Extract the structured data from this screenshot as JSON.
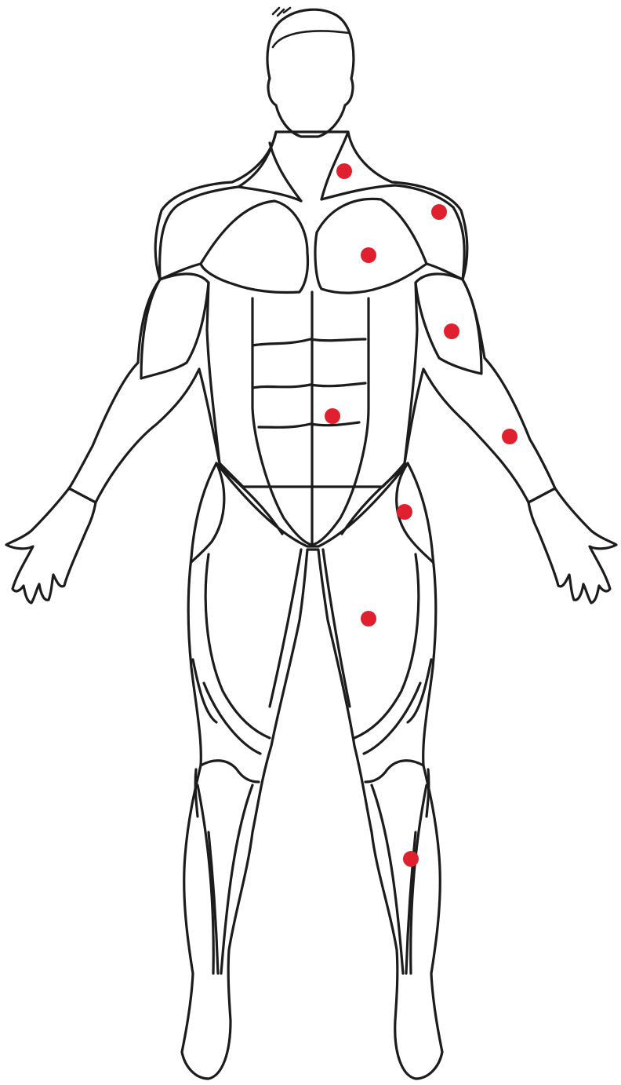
{
  "figure": {
    "view": "anterior",
    "fill_color": "#f1f2f4",
    "outline_color": "#1c1c1c"
  },
  "marker_color": "#e0202e",
  "markers": [
    {
      "id": "neck-left-trapezius"
    },
    {
      "id": "left-deltoid"
    },
    {
      "id": "left-pectoral"
    },
    {
      "id": "left-biceps"
    },
    {
      "id": "left-forearm"
    },
    {
      "id": "abdomen"
    },
    {
      "id": "left-hip-flexor"
    },
    {
      "id": "left-quadriceps"
    },
    {
      "id": "left-shin"
    }
  ]
}
